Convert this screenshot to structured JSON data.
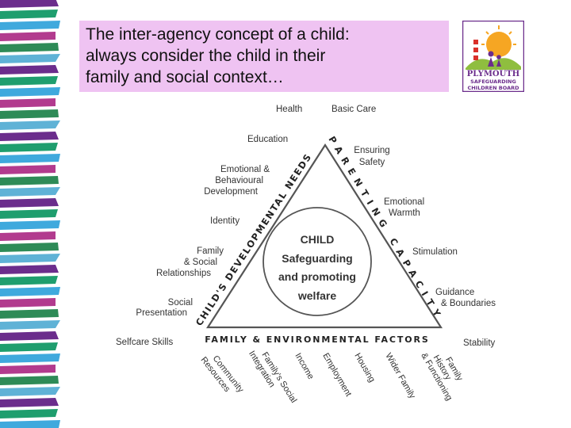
{
  "title_lines": [
    "The inter-agency concept of a child:",
    "always consider the child in their",
    "family and social context…"
  ],
  "logo": {
    "name": "plymouth-safeguarding-logo",
    "lines": [
      "PLYMOUTH",
      "SAFEGUARDING",
      "CHILDREN BOARD"
    ]
  },
  "stripe_colors": [
    "#6b2d8c",
    "#1f9e6e",
    "#3fa9dd",
    "#b23b8e",
    "#2e8b57",
    "#5fb2d6"
  ],
  "triangle": {
    "left_side": "CHILD'S DEVELOPMENTAL NEEDS",
    "right_side": "PARENTING CAPACITY",
    "bottom_side": "FAMILY & ENVIRONMENTAL FACTORS",
    "center_lines": [
      "CHILD",
      "Safeguarding",
      "and promoting",
      "welfare"
    ]
  },
  "labels": {
    "health": "Health",
    "basic_care": "Basic Care",
    "education": "Education",
    "ensuring_safety": [
      "Ensuring",
      "Safety"
    ],
    "emotional_behavioural": [
      "Emotional &",
      "Behavioural",
      "Development"
    ],
    "emotional_warmth": [
      "Emotional",
      "Warmth"
    ],
    "identity": "Identity",
    "stimulation": "Stimulation",
    "family_social": [
      "Family",
      "& Social",
      "Relationships"
    ],
    "guidance": [
      "Guidance",
      "& Boundaries"
    ],
    "social_presentation": [
      "Social",
      "Presentation"
    ],
    "selfcare": "Selfcare Skills",
    "stability": "Stability"
  },
  "bottom_labels": [
    [
      "Community",
      "Resources"
    ],
    [
      "Family's Social",
      "Integration"
    ],
    [
      "Income"
    ],
    [
      "Employment"
    ],
    [
      "Housing"
    ],
    [
      "Wider Family"
    ],
    [
      "Family",
      "History",
      "& Functioning"
    ]
  ]
}
